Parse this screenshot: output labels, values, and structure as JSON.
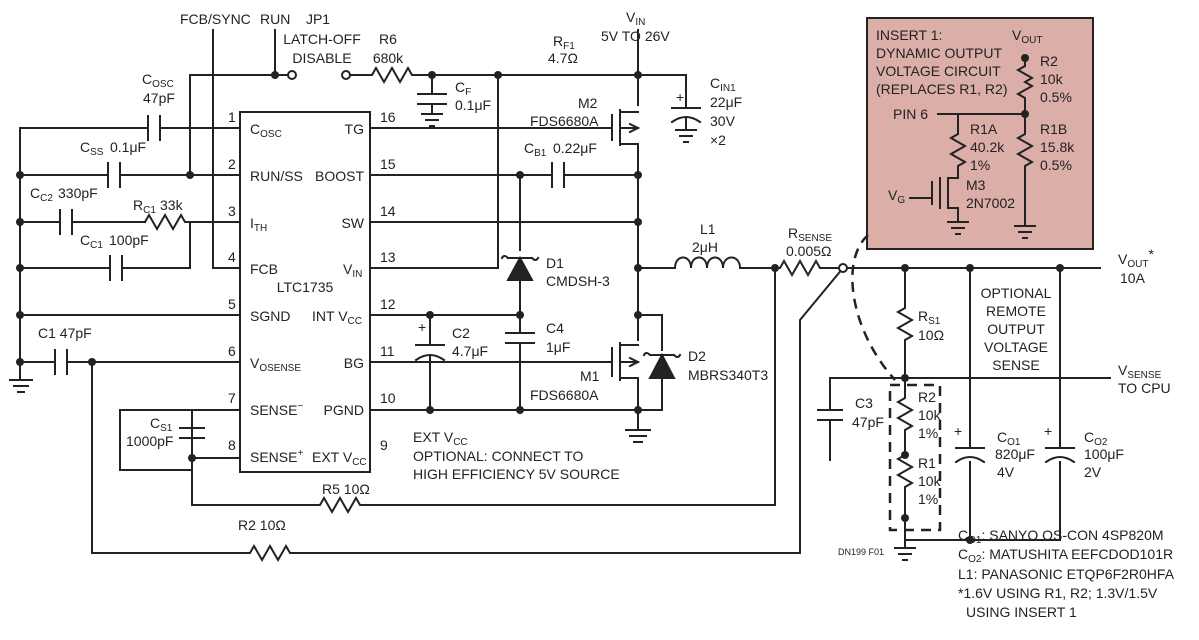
{
  "top": {
    "fcb_sync": "FCB/SYNC",
    "run": "RUN",
    "jp1": "JP1",
    "latch_off": "LATCH-OFF",
    "disable": "DISABLE",
    "r6": "R6",
    "r6_value": "680k",
    "cf": "C",
    "cf_sub": "F",
    "cf_value": "0.1μF",
    "rf1": "R",
    "rf1_sub": "F1",
    "rf1_value": "4.7Ω",
    "vin": "V",
    "vin_sub": "IN",
    "vin_range": "5V TO 26V",
    "cin1": "C",
    "cin1_sub": "IN1",
    "cin1_v1": "22μF",
    "cin1_v2": "30V",
    "cin1_v3": "×2"
  },
  "left": {
    "cosc": "C",
    "cosc_sub": "OSC",
    "cosc_value": "47pF",
    "css": "C",
    "css_sub": "SS",
    "css_value": "0.1μF",
    "cc2": "C",
    "cc2_sub": "C2",
    "cc2_value": "330pF",
    "rc1": "R",
    "rc1_sub": "C1",
    "rc1_value": "33k",
    "cc1": "C",
    "cc1_sub": "C1",
    "cc1_value": "100pF",
    "c1_label": "C1 47pF",
    "cs1": "C",
    "cs1_sub": "S1",
    "cs1_value": "1000pF",
    "r5": "R5 10Ω",
    "r2_bottom": "R2 10Ω"
  },
  "ic": {
    "name": "LTC1735",
    "pins_left": [
      {
        "num": "1",
        "name": "C",
        "sub": "OSC"
      },
      {
        "num": "2",
        "name": "RUN/SS",
        "sub": ""
      },
      {
        "num": "3",
        "name": "I",
        "sub": "TH"
      },
      {
        "num": "4",
        "name": "FCB",
        "sub": ""
      },
      {
        "num": "5",
        "name": "SGND",
        "sub": ""
      },
      {
        "num": "6",
        "name": "V",
        "sub": "OSENSE"
      },
      {
        "num": "7",
        "name": "SENSE",
        "sub": "−"
      },
      {
        "num": "8",
        "name": "SENSE",
        "sub": "+"
      }
    ],
    "pins_right": [
      {
        "num": "16",
        "name": "TG",
        "sub": ""
      },
      {
        "num": "15",
        "name": "BOOST",
        "sub": ""
      },
      {
        "num": "14",
        "name": "SW",
        "sub": ""
      },
      {
        "num": "13",
        "name": "V",
        "sub": "IN"
      },
      {
        "num": "12",
        "name": "INT V",
        "sub": "CC"
      },
      {
        "num": "11",
        "name": "BG",
        "sub": ""
      },
      {
        "num": "10",
        "name": "PGND",
        "sub": ""
      },
      {
        "num": "9",
        "name": "EXT V",
        "sub": "CC"
      }
    ]
  },
  "mid": {
    "m2": "M2",
    "m2_part": "FDS6680A",
    "cb1": "C",
    "cb1_sub": "B1",
    "cb1_value": "0.22μF",
    "d1": "D1",
    "d1_part": "CMDSH-3",
    "c2": "C2",
    "c2_value": "4.7μF",
    "c4": "C4",
    "c4_value": "1μF",
    "m1": "M1",
    "m1_part": "FDS6680A",
    "d2": "D2",
    "d2_part": "MBRS340T3",
    "ext_vcc": "EXT V",
    "ext_vcc_sub": "CC",
    "ext_note1": "OPTIONAL: CONNECT TO",
    "ext_note2": "HIGH EFFICIENCY 5V SOURCE",
    "l1": "L1",
    "l1_value": "2μH",
    "rsense": "R",
    "rsense_sub": "SENSE",
    "rsense_value": "0.005Ω"
  },
  "output": {
    "vout": "V",
    "vout_sub": "OUT",
    "vout_star": "*",
    "vout_current": "10A",
    "remote1": "OPTIONAL",
    "remote2": "REMOTE",
    "remote3": "OUTPUT",
    "remote4": "VOLTAGE",
    "remote5": "SENSE",
    "vsense": "V",
    "vsense_sub": "SENSE",
    "vsense_to": "TO CPU",
    "rs1": "R",
    "rs1_sub": "S1",
    "rs1_value": "10Ω",
    "c3": "C3",
    "c3_value": "47pF",
    "r2": "R2",
    "r2_v1": "10k",
    "r2_v2": "1%",
    "r1": "R1",
    "r1_v1": "10k",
    "r1_v2": "1%",
    "co1": "C",
    "co1_sub": "O1",
    "co1_v1": "820μF",
    "co1_v2": "4V",
    "co2": "C",
    "co2_sub": "O2",
    "co2_v1": "100μF",
    "co2_v2": "2V",
    "figure_id": "DN199 F01"
  },
  "insert": {
    "title1": "INSERT 1:",
    "title2": "DYNAMIC OUTPUT",
    "title3": "VOLTAGE CIRCUIT",
    "title4": "(REPLACES R1, R2)",
    "vout": "V",
    "vout_sub": "OUT",
    "pin6": "PIN 6",
    "r2": "R2",
    "r2_v1": "10k",
    "r2_v2": "0.5%",
    "r1a": "R1A",
    "r1a_v1": "40.2k",
    "r1a_v2": "1%",
    "r1b": "R1B",
    "r1b_v1": "15.8k",
    "r1b_v2": "0.5%",
    "vg": "V",
    "vg_sub": "G",
    "m3": "M3",
    "m3_part": "2N7002"
  },
  "notes": {
    "co1_prefix": "C",
    "co1_sub": "O1",
    "co1_text": ": SANYO OS-CON 4SP820M",
    "co2_prefix": "C",
    "co2_sub": "O2",
    "co2_text": ": MATUSHITA EEFCDOD101R",
    "l1_line": "L1: PANASONIC ETQP6F2R0HFA",
    "star_line1": "*1.6V USING R1, R2; 1.3V/1.5V",
    "star_line2": "USING INSERT 1"
  }
}
